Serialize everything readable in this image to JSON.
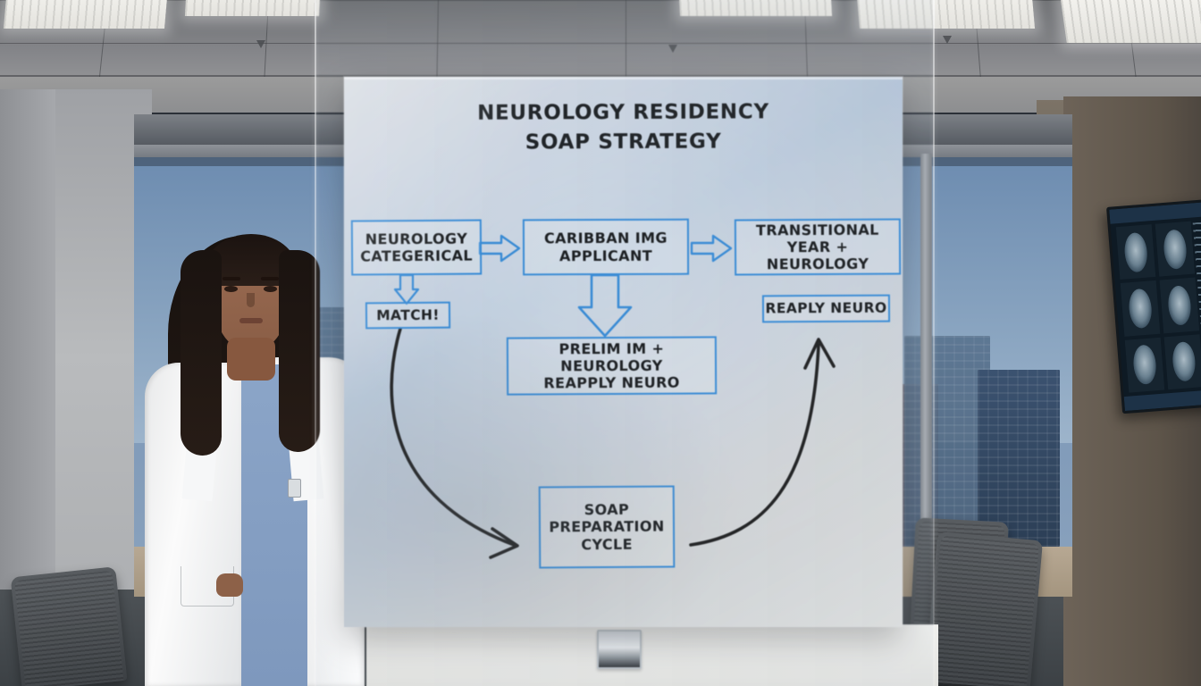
{
  "scene": {
    "setting_name": "hospital-conference-room",
    "whiteboard_title_line1": "NEUROLOGY RESIDENCY",
    "whiteboard_title_line2": "SOAP STRATEGY"
  },
  "diagram": {
    "accent_color": "#2f86d4",
    "ink_color": "#101214",
    "nodes": [
      {
        "id": "neuro-categorical",
        "line1": "NEUROLOGY",
        "line2": "CATEGERICAL"
      },
      {
        "id": "caribbean-img",
        "line1": "CARIBBAN IMG",
        "line2": "APPLICANT"
      },
      {
        "id": "transitional-year",
        "line1": "TRANSITIONAL",
        "line2": "YEAR + NEUROLOGY"
      },
      {
        "id": "match",
        "line1": "MATCH!",
        "line2": ""
      },
      {
        "id": "reaply-neuro",
        "line1": "REAPLY NEURO",
        "line2": ""
      },
      {
        "id": "prelim-im",
        "line1": "PRELIM IM + NEUROLOGY",
        "line2": "REAPPLY NEURO"
      },
      {
        "id": "soap-cycle",
        "line1": "SOAP",
        "line2": "PREPARATION",
        "line3": "CYCLE"
      }
    ],
    "connectors": [
      {
        "id": "arrow-categorical-to-caribbean",
        "style": "hollow-right"
      },
      {
        "id": "arrow-caribbean-to-transitional",
        "style": "hollow-right"
      },
      {
        "id": "arrow-categorical-to-match",
        "style": "hollow-down-small"
      },
      {
        "id": "arrow-caribbean-to-prelim",
        "style": "hollow-down-large"
      },
      {
        "id": "arrow-match-to-soap",
        "style": "curve-black"
      },
      {
        "id": "arrow-soap-to-reaply",
        "style": "curve-black"
      }
    ]
  },
  "room": {
    "person_label": "physician-in-white-coat",
    "monitor_label": "medical-imaging-display",
    "table_label": "conference-table",
    "window_label": "city-skyline-window"
  }
}
